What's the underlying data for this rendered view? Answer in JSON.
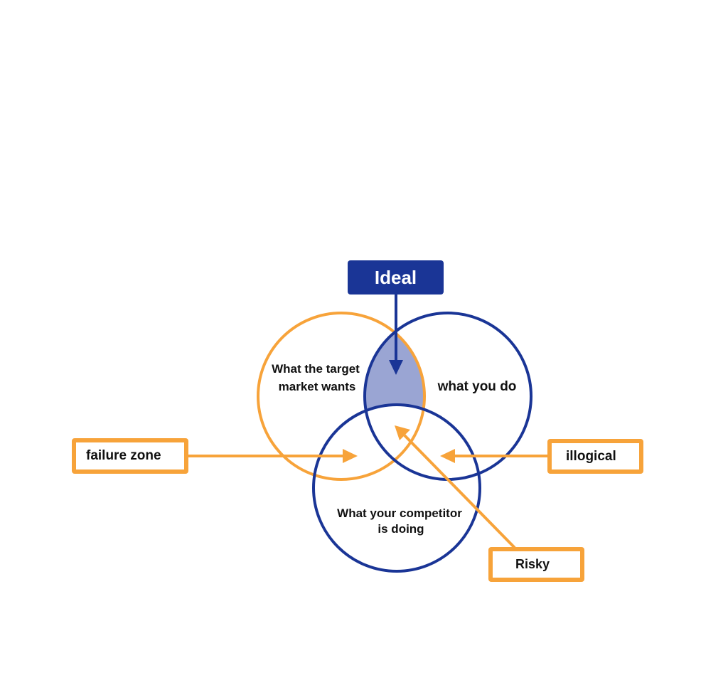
{
  "colors": {
    "orange": "#f7a33a",
    "navy": "#1a3596",
    "overlap_fill": "#9aa5d3",
    "text": "#111111"
  },
  "circles": {
    "market": {
      "line1": "What the target",
      "line2": "market wants"
    },
    "you": {
      "label": "what you do"
    },
    "competitor": {
      "line1": "What your competitor",
      "line2": "is doing"
    }
  },
  "callouts": {
    "ideal": "Ideal",
    "failure_zone": "failure zone",
    "illogical": "illogical",
    "risky": "Risky"
  }
}
